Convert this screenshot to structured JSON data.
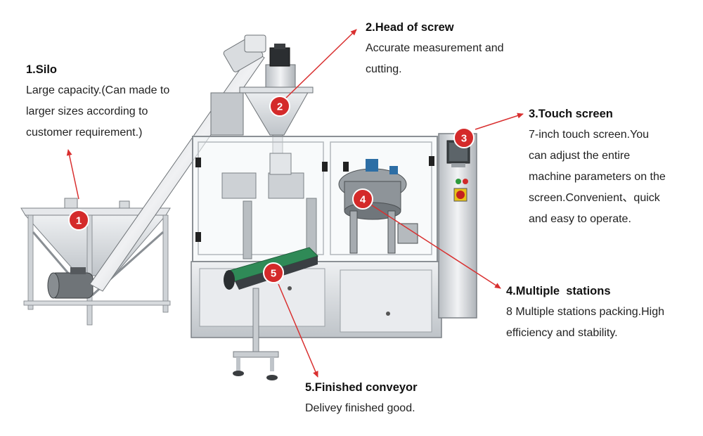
{
  "colors": {
    "badge": "#d42a2a",
    "arrow": "#d93030",
    "steel": "#c9cdd1",
    "conveyor_belt": "#2f8a57"
  },
  "callouts": [
    {
      "number": "1",
      "title": "1.Silo",
      "lines": [
        "Large capacity.(Can made to",
        "larger sizes according to",
        "customer requirement.)"
      ]
    },
    {
      "number": "2",
      "title": "2.Head of screw",
      "lines": [
        "Accurate measurement and",
        "cutting."
      ]
    },
    {
      "number": "3",
      "title": "3.Touch screen",
      "lines": [
        "7-inch touch screen.You",
        "can adjust the entire",
        "machine parameters on the",
        "screen.Convenient、quick",
        "and easy to operate."
      ]
    },
    {
      "number": "4",
      "title": "4.Multiple  stations",
      "lines": [
        "8 Multiple stations packing.High",
        "efficiency and stability."
      ]
    },
    {
      "number": "5",
      "title": "5.Finished conveyor",
      "lines": [
        "Delivey finished good."
      ]
    }
  ]
}
